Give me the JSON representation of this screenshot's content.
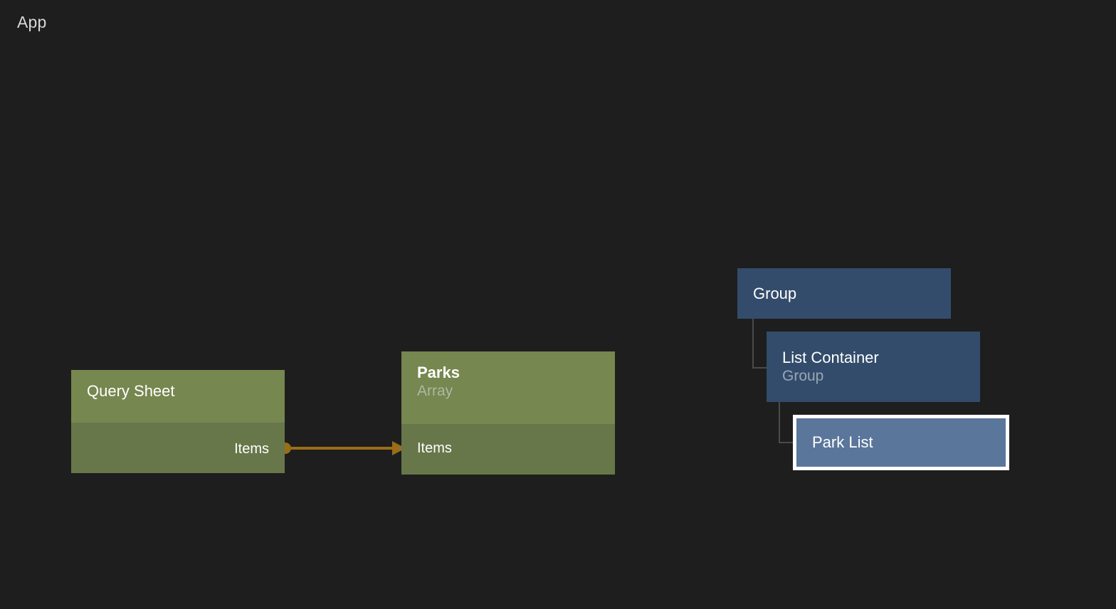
{
  "canvas": {
    "app_label": "App",
    "background_color": "#1e1e1e"
  },
  "colors": {
    "green_header": "#76874f",
    "green_body": "#68774a",
    "blue_node": "#334c6b",
    "blue_selected": "#5a769a",
    "selection_border": "#ffffff",
    "edge": "#9a6d18",
    "tree_line": "#4a4a4a",
    "text_primary": "#ffffff",
    "text_muted": "#b0b6a5",
    "text_muted_blue": "#9aa6b4",
    "app_label": "#d8d8d8"
  },
  "nodes": [
    {
      "id": "query-sheet",
      "kind": "data",
      "title": "Query Sheet",
      "subtitle": "",
      "ports_out": [
        "Items"
      ],
      "ports_in": []
    },
    {
      "id": "parks",
      "kind": "data",
      "title": "Parks",
      "subtitle": "Array",
      "ports_out": [],
      "ports_in": [
        "Items"
      ]
    },
    {
      "id": "group",
      "kind": "widget",
      "title": "Group",
      "subtitle": "",
      "selected": false
    },
    {
      "id": "list-container",
      "kind": "widget",
      "title": "List Container",
      "subtitle": "Group",
      "selected": false
    },
    {
      "id": "park-list",
      "kind": "widget",
      "title": "Park List",
      "subtitle": "",
      "selected": true
    }
  ],
  "edges": [
    {
      "id": "edge-items",
      "from_node": "query-sheet",
      "from_port": "Items",
      "to_node": "parks",
      "to_port": "Items",
      "color": "#9a6d18"
    }
  ]
}
